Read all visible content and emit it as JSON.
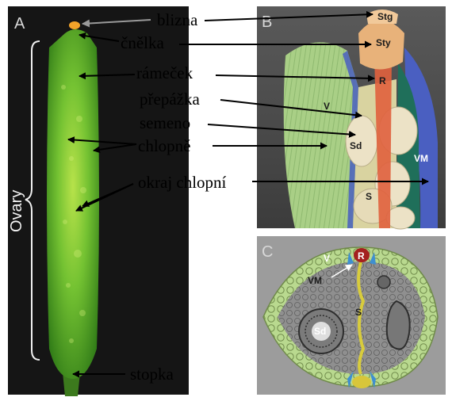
{
  "panels": {
    "a": "A",
    "b": "B",
    "c": "C"
  },
  "side_label": "Ovary",
  "labels": {
    "blizna": "blizna",
    "cnelka": "čnělka",
    "ramecek": "rámeček",
    "prepazka": "přepážka",
    "semeno": "semeno",
    "chlopne": "chlopně",
    "okraj": "okraj chlopní",
    "stopka": "stopka"
  },
  "tags_b": {
    "stg": "Stg",
    "sty": "Sty",
    "r": "R",
    "v": "V",
    "sd": "Sd",
    "vm": "VM",
    "s": "S"
  },
  "tags_c": {
    "v": "V",
    "r": "R",
    "vm": "VM",
    "s": "S",
    "sd": "Sd"
  },
  "colors": {
    "valve": "#b9d98f",
    "valve_margin": "#4a5fc1",
    "replum": "#e0603d",
    "style": "#e8b27a",
    "septum": "#d8d5a0",
    "seed": "#e8dcc2",
    "fruit": "#55b52c"
  }
}
